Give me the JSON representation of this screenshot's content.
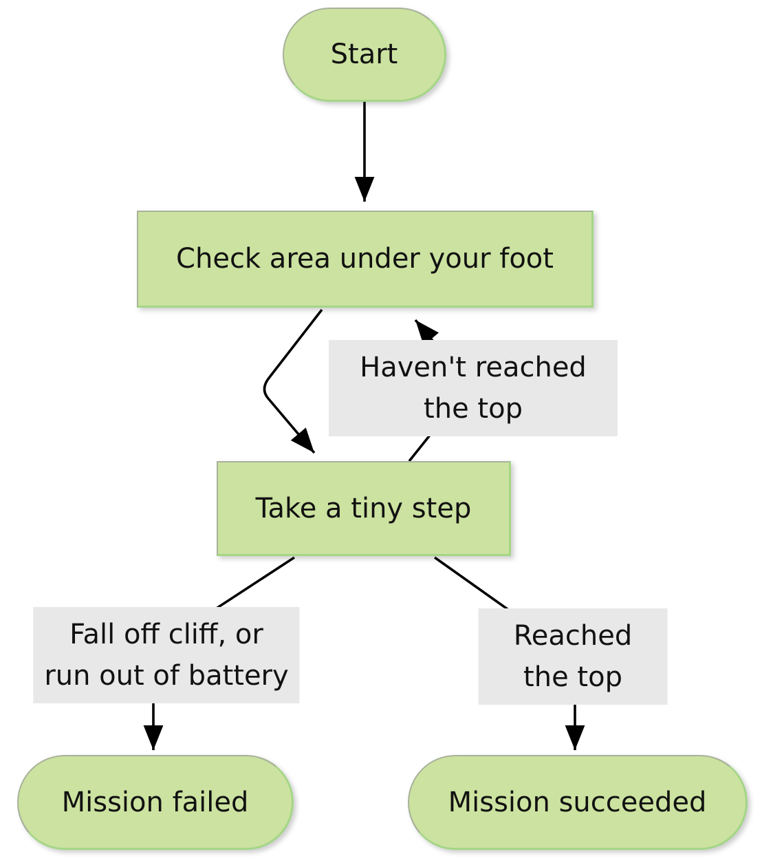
{
  "diagram": {
    "type": "flowchart",
    "nodes": {
      "start": {
        "label": "Start",
        "shape": "stadium"
      },
      "check": {
        "label": "Check area under your foot",
        "shape": "rect"
      },
      "take": {
        "label": "Take a tiny step",
        "shape": "rect"
      },
      "failed": {
        "label": "Mission failed",
        "shape": "stadium"
      },
      "succeeded": {
        "label": "Mission succeeded",
        "shape": "stadium"
      }
    },
    "edges": [
      {
        "from": "start",
        "to": "check",
        "label": ""
      },
      {
        "from": "check",
        "to": "take",
        "label": ""
      },
      {
        "from": "take",
        "to": "check",
        "label": "Haven't reached the top"
      },
      {
        "from": "take",
        "to": "failed",
        "label": "Fall off cliff, or\nrun out of battery"
      },
      {
        "from": "take",
        "to": "succeeded",
        "label": "Reached the top"
      }
    ],
    "edge_labels": {
      "loop": "Haven't reached the top",
      "fail": "Fall off cliff, or\nrun out of battery",
      "success": "Reached the top"
    },
    "colors": {
      "node_fill": "#cce2a0",
      "node_border_dark": "#a8b29a",
      "node_border_bright": "#a4d687",
      "edge_label_bg": "#e8e8e8",
      "edge_stroke": "#000000",
      "text": "#111111",
      "background": "#ffffff"
    }
  }
}
